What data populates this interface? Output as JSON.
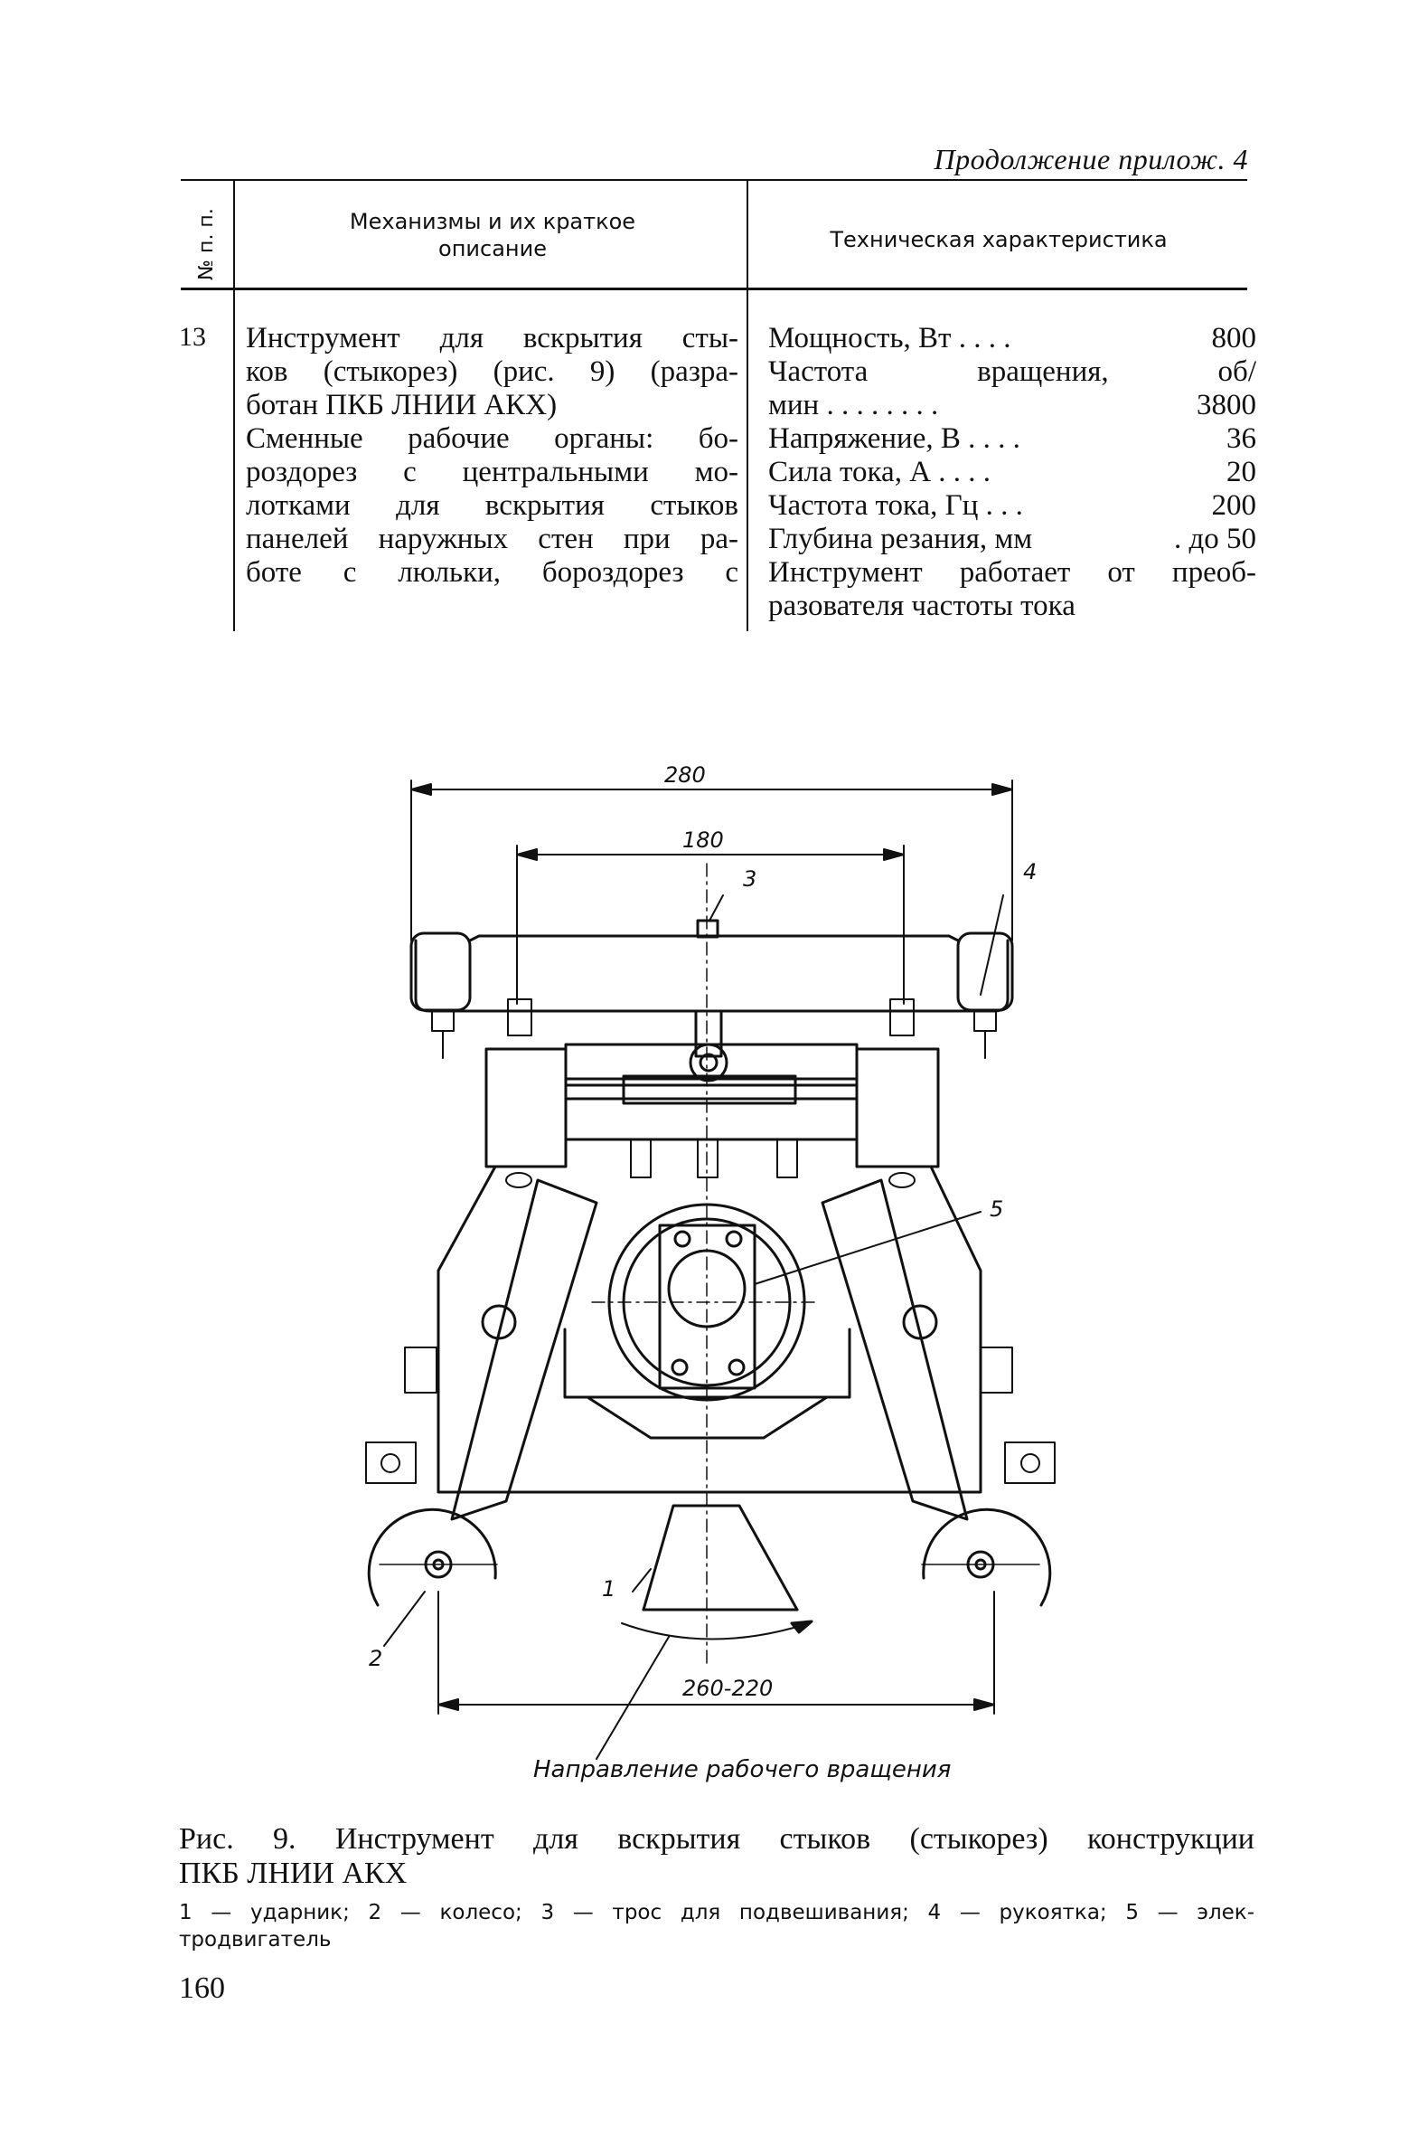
{
  "continuation_label": "Продолжение прилож. 4",
  "table": {
    "headers": {
      "number": "№ п. п.",
      "mechanism": [
        "Механизмы и их краткое",
        "описание"
      ],
      "technical": "Техническая характеристика"
    },
    "row": {
      "number": "13",
      "description_lines": [
        "Инструмент для вскрытия сты-",
        "ков (стыкорез) (рис. 9) (разра-",
        "ботан ПКБ ЛНИИ АКХ)",
        "Сменные рабочие органы: бо-",
        "роздорез с центральными мо-",
        "лотками для вскрытия стыков",
        "панелей наружных стен при ра-",
        "боте с люльки, бороздорез с"
      ],
      "specs": [
        {
          "label": "Мощность, Вт . . . .",
          "value": "800"
        },
        {
          "label": "Частота вращения, об/",
          "value": ""
        },
        {
          "label": "мин . . . . . . . .",
          "value": "3800"
        },
        {
          "label": "Напряжение, В . . . .",
          "value": "36"
        },
        {
          "label": "Сила тока, А . . . .",
          "value": "20"
        },
        {
          "label": "Частота тока, Гц . . .",
          "value": "200"
        },
        {
          "label": "Глубина резания, мм",
          "value": ". до 50"
        },
        {
          "label": "Инструмент работает от преоб-",
          "value": ""
        },
        {
          "label": "разователя частоты тока",
          "value": ""
        }
      ]
    }
  },
  "figure": {
    "dimensions": {
      "overall_width": "280",
      "handle_span": "180",
      "wheel_span": "260-220"
    },
    "callouts": [
      "1",
      "2",
      "3",
      "4",
      "5"
    ],
    "rotation_label": "Направление рабочего вращения"
  },
  "caption": {
    "title_line1": "Рис. 9. Инструмент для вскрытия стыков (стыкорез) конструкции",
    "title_line2": "ПКБ ЛНИИ АКХ",
    "legend_line1": "1 — ударник; 2 — колесо; 3 — трос для подвешивания; 4 — рукоятка; 5 — элек-",
    "legend_line2": "тродвигатель"
  },
  "page_number": "160"
}
